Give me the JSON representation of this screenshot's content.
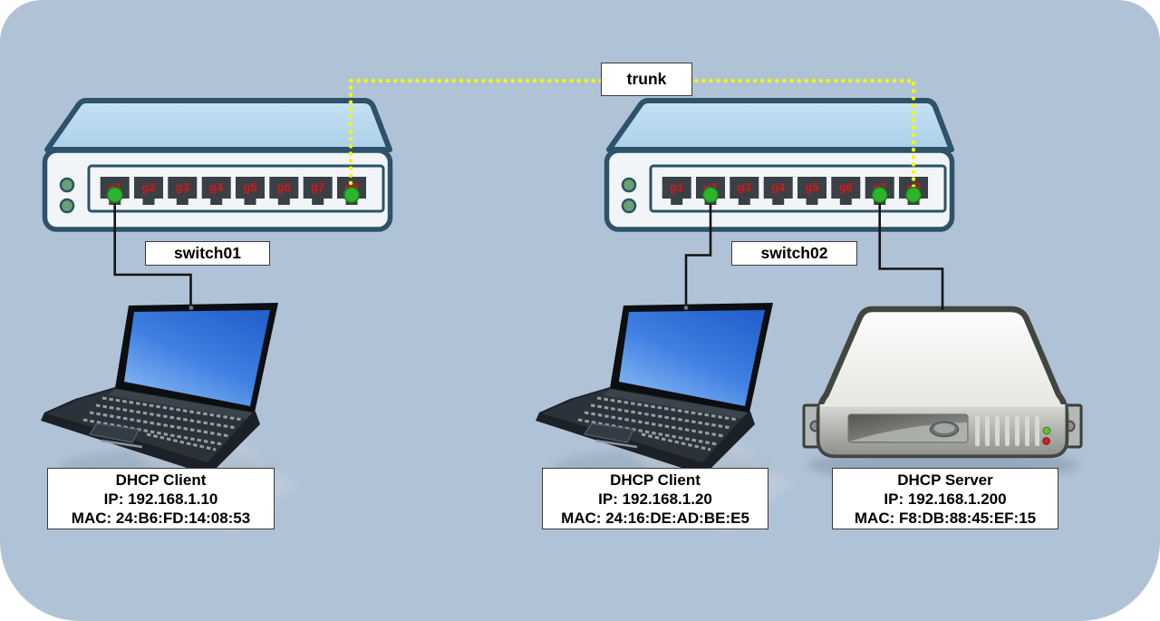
{
  "colors": {
    "background": "#b0c2d6",
    "switch_top": "#b9d9ef",
    "switch_body": "#f1f5f8",
    "switch_border": "#2d5269",
    "port_fill": "#3a4046",
    "port_label_red": "#dd1414",
    "link_up_green": "#2db32d",
    "trunk_yellow": "#f6f607",
    "cable_black": "#141414",
    "label_box_bg": "#ffffff",
    "label_box_border": "#3a3a3a"
  },
  "trunk": {
    "label": "trunk"
  },
  "switches": [
    {
      "name": "switch01",
      "ports": [
        "g1",
        "g2",
        "g3",
        "g4",
        "g5",
        "g6",
        "g7",
        "g8"
      ],
      "active_ports": [
        "g1",
        "g8"
      ]
    },
    {
      "name": "switch02",
      "ports": [
        "g1",
        "g2",
        "g3",
        "g4",
        "g5",
        "g6",
        "g7",
        "g8"
      ],
      "active_ports": [
        "g2",
        "g7",
        "g8"
      ]
    }
  ],
  "devices": [
    {
      "id": "dhcp-client-1",
      "kind": "laptop",
      "title": "DHCP Client",
      "ip_line": "IP: 192.168.1.10",
      "mac_line": "MAC: 24:B6:FD:14:08:53"
    },
    {
      "id": "dhcp-client-2",
      "kind": "laptop",
      "title": "DHCP Client",
      "ip_line": "IP: 192.168.1.20",
      "mac_line": "MAC: 24:16:DE:AD:BE:E5"
    },
    {
      "id": "dhcp-server",
      "kind": "server",
      "title": "DHCP Server",
      "ip_line": "IP: 192.168.1.200",
      "mac_line": "MAC: F8:DB:88:45:EF:15"
    }
  ],
  "links": [
    {
      "from": "switch01:g1",
      "to": "dhcp-client-1",
      "style": "solid-black"
    },
    {
      "from": "switch02:g2",
      "to": "dhcp-client-2",
      "style": "solid-black"
    },
    {
      "from": "switch02:g7",
      "to": "dhcp-server",
      "style": "solid-black"
    },
    {
      "from": "switch01:g8",
      "to": "switch02:g8",
      "style": "yellow-dotted",
      "label": "trunk"
    }
  ]
}
